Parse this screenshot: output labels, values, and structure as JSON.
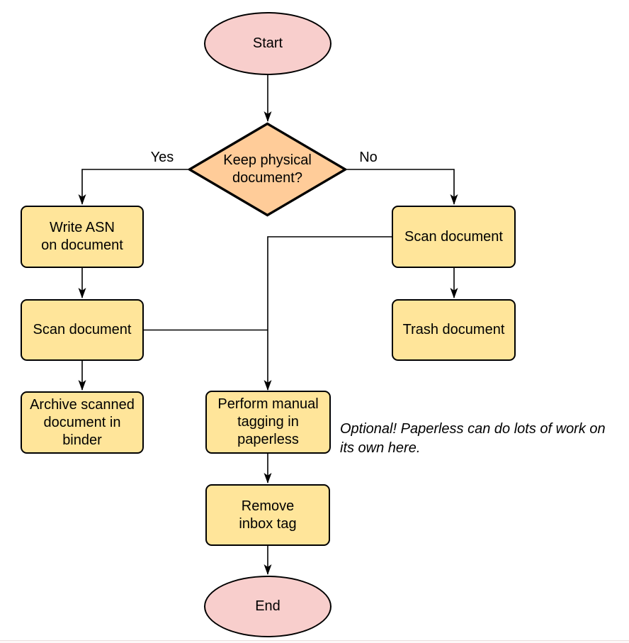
{
  "nodes": {
    "start": {
      "label": "Start",
      "type": "terminal"
    },
    "decision": {
      "label": [
        "Keep physical",
        "document?"
      ],
      "type": "decision"
    },
    "write_asn": {
      "label": [
        "Write ASN",
        "on document"
      ],
      "type": "process"
    },
    "scan_left": {
      "label": "Scan document",
      "type": "process"
    },
    "archive": {
      "label": [
        "Archive scanned",
        "document in",
        "binder"
      ],
      "type": "process"
    },
    "scan_right": {
      "label": "Scan document",
      "type": "process"
    },
    "trash": {
      "label": "Trash document",
      "type": "process"
    },
    "tagging": {
      "label": [
        "Perform manual",
        "tagging in",
        "paperless"
      ],
      "type": "process"
    },
    "remove_inbox": {
      "label": [
        "Remove",
        "inbox tag"
      ],
      "type": "process"
    },
    "end": {
      "label": "End",
      "type": "terminal"
    }
  },
  "edge_labels": {
    "yes": "Yes",
    "no": "No"
  },
  "note": {
    "lines": [
      "Optional! Paperless can do lots of work on",
      "its own here."
    ]
  },
  "colors": {
    "terminal_fill": "#f8cecc",
    "decision_fill": "#ffcc99",
    "process_fill": "#ffe59a",
    "stroke": "#000000"
  }
}
